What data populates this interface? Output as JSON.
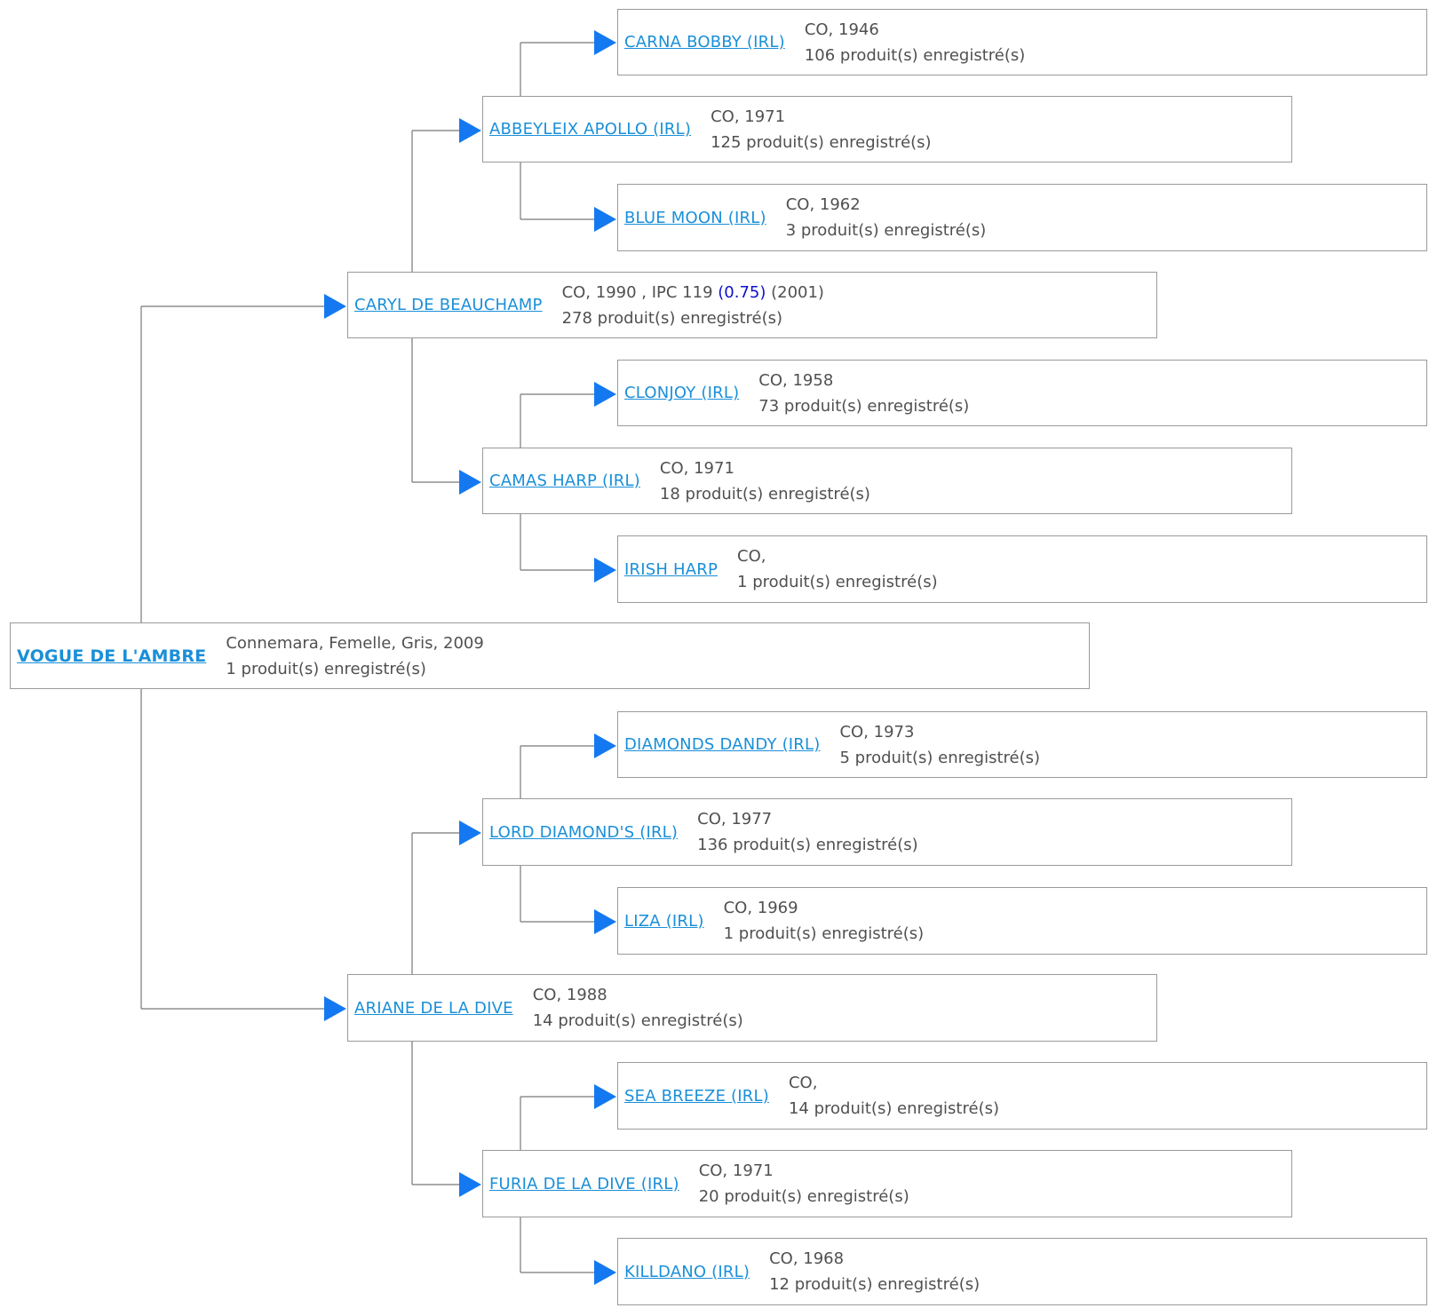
{
  "colors": {
    "link": "#1a8fd8",
    "arrow": "#1479f0",
    "ipc": "#1010cc",
    "text": "#505050",
    "border": "#9a9a9a"
  },
  "root": {
    "name": "VOGUE DE L'AMBRE",
    "line1": "Connemara, Femelle, Gris, 2009",
    "line2": "1 produit(s) enregistré(s)"
  },
  "sire": {
    "name": "CARYL DE BEAUCHAMP",
    "line1_pre": "CO, 1990 , IPC 119 ",
    "line1_ipc": "(0.75)",
    "line1_post": " (2001)",
    "line2": "278 produit(s) enregistré(s)"
  },
  "sire_sire": {
    "name": "ABBEYLEIX APOLLO (IRL)",
    "line1": "CO, 1971",
    "line2": "125 produit(s) enregistré(s)"
  },
  "sire_sire_sire": {
    "name": "CARNA BOBBY (IRL)",
    "line1": "CO, 1946",
    "line2": "106 produit(s) enregistré(s)"
  },
  "sire_sire_dam": {
    "name": "BLUE MOON (IRL)",
    "line1": "CO, 1962",
    "line2": "3 produit(s) enregistré(s)"
  },
  "sire_dam": {
    "name": "CAMAS HARP (IRL)",
    "line1": "CO, 1971",
    "line2": "18 produit(s) enregistré(s)"
  },
  "sire_dam_sire": {
    "name": "CLONJOY (IRL)",
    "line1": "CO, 1958",
    "line2": "73 produit(s) enregistré(s)"
  },
  "sire_dam_dam": {
    "name": "IRISH HARP",
    "line1": "CO,",
    "line2": "1 produit(s) enregistré(s)"
  },
  "dam": {
    "name": "ARIANE DE LA DIVE",
    "line1": "CO, 1988",
    "line2": "14 produit(s) enregistré(s)"
  },
  "dam_sire": {
    "name": "LORD DIAMOND'S (IRL)",
    "line1": "CO, 1977",
    "line2": "136 produit(s) enregistré(s)"
  },
  "dam_sire_sire": {
    "name": "DIAMONDS DANDY (IRL)",
    "line1": "CO, 1973",
    "line2": "5 produit(s) enregistré(s)"
  },
  "dam_sire_dam": {
    "name": "LIZA (IRL)",
    "line1": "CO, 1969",
    "line2": "1 produit(s) enregistré(s)"
  },
  "dam_dam": {
    "name": "FURIA DE LA DIVE (IRL)",
    "line1": "CO, 1971",
    "line2": "20 produit(s) enregistré(s)"
  },
  "dam_dam_sire": {
    "name": "SEA BREEZE (IRL)",
    "line1": "CO,",
    "line2": "14 produit(s) enregistré(s)"
  },
  "dam_dam_dam": {
    "name": "KILLDANO (IRL)",
    "line1": "CO, 1968",
    "line2": "12 produit(s) enregistré(s)"
  }
}
